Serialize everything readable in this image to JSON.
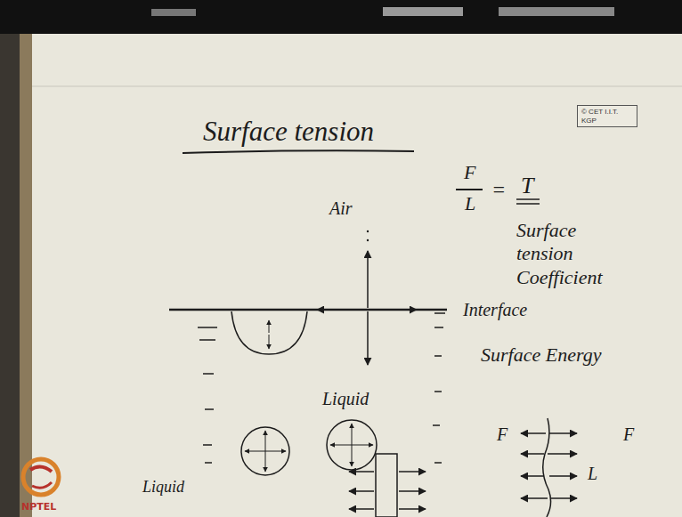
{
  "diagram": {
    "title": "Surface tension",
    "nodes": [
      {
        "text": [
          "© CET I.I.T. KGP"
        ]
      }
    ],
    "labels": [
      "F",
      "L",
      "=",
      "T",
      "Air",
      "Surface tension Coefficient",
      "Interface",
      "Surface Energy",
      "Liquid",
      "Liquid",
      "F",
      "F",
      "L",
      "NPTEL"
    ]
  }
}
